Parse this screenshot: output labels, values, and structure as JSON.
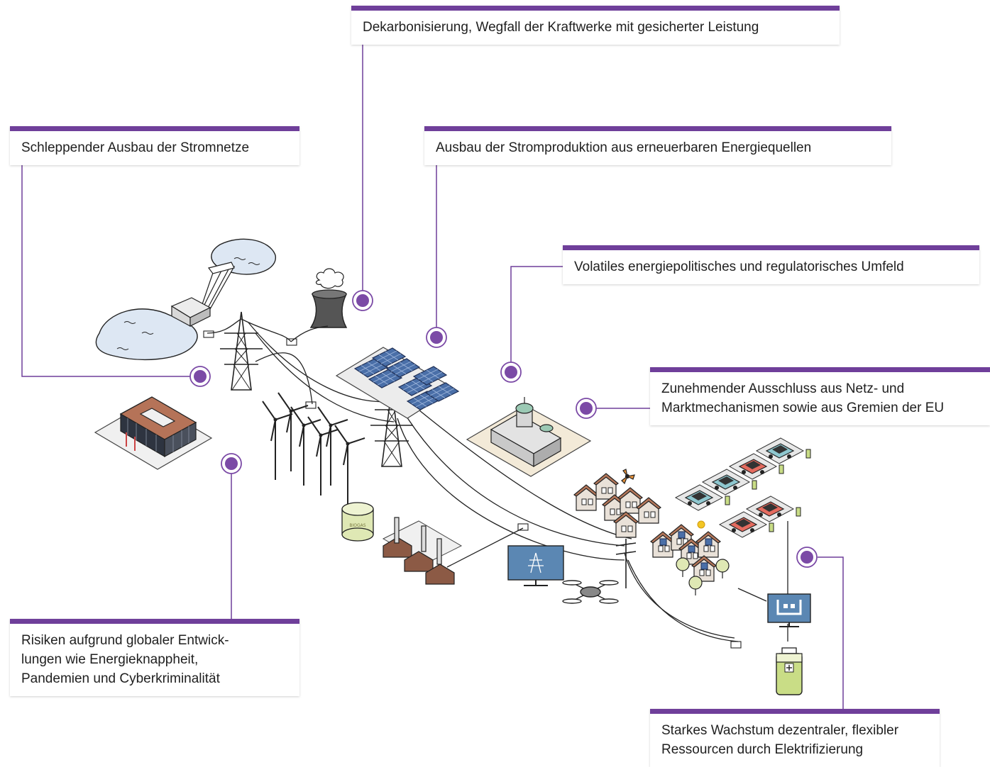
{
  "labels": {
    "dekarbonisierung": {
      "lines": [
        "Dekarbonisierung, Wegfall der Kraftwerke mit gesicherter Leistung"
      ]
    },
    "stromnetze": {
      "lines": [
        "Schleppender Ausbau der Stromnetze"
      ]
    },
    "erneuerbare": {
      "lines": [
        "Ausbau der Stromproduktion aus erneuerbaren Energiequellen"
      ]
    },
    "volatil": {
      "lines": [
        "Volatiles energiepolitisches und regulatorisches Umfeld"
      ]
    },
    "ausschluss": {
      "lines": [
        "Zunehmender Ausschluss aus Netz- und",
        "Marktmechanismen sowie aus Gremien der EU"
      ]
    },
    "risiken": {
      "lines": [
        "Risiken aufgrund globaler Entwick-",
        "lungen wie Energieknappheit,",
        "Pandemien und Cyberkriminalität"
      ]
    },
    "wachstum": {
      "lines": [
        "Starkes Wachstum dezentraler, flexibler",
        "Ressourcen durch Elektrifizierung"
      ]
    }
  },
  "biogas_tank_label": "BIOGAS",
  "colors": {
    "accent": "#6f3f9a",
    "marker_fill": "#7b4aa6",
    "water": "#dde7f3",
    "solar": "#4a6fa8",
    "car_red": "#e46b5f",
    "car_teal": "#8ec7cf",
    "brick": "#a9684a",
    "battery": "#c9dd86"
  },
  "icons": [
    "reservoir-icon",
    "cooling-tower-icon",
    "pylon-icon",
    "solar-field-icon",
    "wind-turbine-icon",
    "office-building-icon",
    "parliament-icon",
    "biogas-tank-icon",
    "factory-icon",
    "monitor-icon",
    "drone-icon",
    "houses-icon",
    "car-icon",
    "battery-icon"
  ]
}
